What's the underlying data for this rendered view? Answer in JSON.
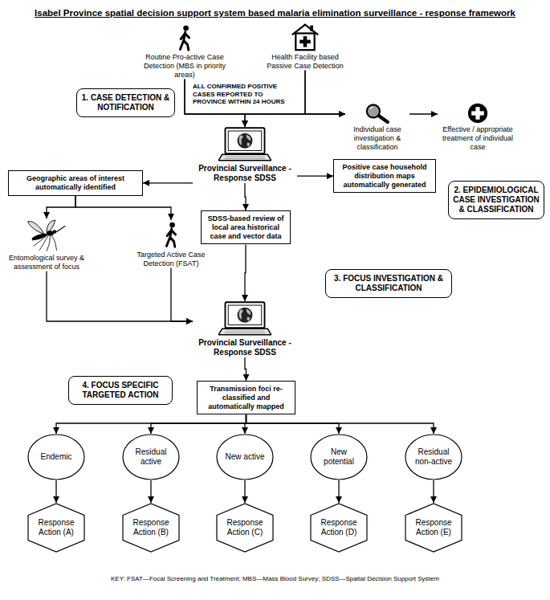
{
  "diagram": {
    "title": "Isabel Province spatial decision support system based malaria elimination surveillance - response framework",
    "nodes": [
      {
        "text": [
          "Routine Pro-active Case Detection (MBS in priority areas)"
        ]
      },
      {
        "text": [
          "Health Facility based Passive Case Detection"
        ]
      },
      {
        "text": [
          "1. CASE DETECTION & NOTIFICATION"
        ]
      },
      {
        "text": [
          "Individual case investigation & classification"
        ]
      },
      {
        "text": [
          "Effective / appropriate treatment of individual case"
        ]
      },
      {
        "text": [
          "Provincial Surveillance - Response SDSS"
        ]
      },
      {
        "text": [
          "Geographic areas of interest automatically identified"
        ]
      },
      {
        "text": [
          "Positive case household distribution maps automatically generated"
        ]
      },
      {
        "text": [
          "2. EPIDEMIOLOGICAL CASE INVESTIGATION & CLASSIFICATION"
        ]
      },
      {
        "text": [
          "Entomological survey & assessment of focus"
        ]
      },
      {
        "text": [
          "Targeted Active Case Detection (FSAT)"
        ]
      },
      {
        "text": [
          "SDSS-based review of local area historical case and vector data"
        ]
      },
      {
        "text": [
          "3. FOCUS INVESTIGATION & CLASSIFICATION"
        ]
      },
      {
        "text": [
          "Provincial Surveillance - Response SDSS"
        ]
      },
      {
        "text": [
          "4. FOCUS SPECIFIC TARGETED ACTION"
        ]
      },
      {
        "text": [
          "Transmission foci re-classified and automatically mapped"
        ]
      },
      {
        "text": [
          "Endemic"
        ]
      },
      {
        "text": [
          "Residual active"
        ]
      },
      {
        "text": [
          "New active"
        ]
      },
      {
        "text": [
          "New potential"
        ]
      },
      {
        "text": [
          "Residual non-active"
        ]
      },
      {
        "text": [
          "Response Action (A)"
        ]
      },
      {
        "text": [
          "Response Action (B)"
        ]
      },
      {
        "text": [
          "Response Action (C)"
        ]
      },
      {
        "text": [
          "Response Action (D)"
        ]
      },
      {
        "text": [
          "Response Action (E)"
        ]
      }
    ],
    "edges": [
      {
        "from": 0,
        "to": 5,
        "arrow": "to"
      },
      {
        "from": 1,
        "to": 5,
        "arrow": "to"
      },
      {
        "from": 0,
        "to": 3,
        "arrow": "to"
      },
      {
        "from": 1,
        "to": 3,
        "arrow": "to"
      },
      {
        "from": 3,
        "to": 4,
        "arrow": "to"
      },
      {
        "from": 5,
        "to": 6,
        "arrow": "to"
      },
      {
        "from": 5,
        "to": 7,
        "arrow": "to"
      },
      {
        "from": 5,
        "to": 11,
        "arrow": "to"
      },
      {
        "from": 6,
        "to": 9,
        "arrow": "to"
      },
      {
        "from": 6,
        "to": 10,
        "arrow": "to"
      },
      {
        "from": 9,
        "to": 13,
        "arrow": "to"
      },
      {
        "from": 10,
        "to": 13,
        "arrow": "to"
      },
      {
        "from": 11,
        "to": 13,
        "arrow": "to"
      },
      {
        "from": 13,
        "to": 15,
        "arrow": "to"
      },
      {
        "from": 15,
        "to": 16,
        "arrow": "to"
      },
      {
        "from": 15,
        "to": 17,
        "arrow": "to"
      },
      {
        "from": 15,
        "to": 18,
        "arrow": "to"
      },
      {
        "from": 15,
        "to": 19,
        "arrow": "to"
      },
      {
        "from": 15,
        "to": 20,
        "arrow": "to"
      },
      {
        "from": 16,
        "to": 21,
        "arrow": "to"
      },
      {
        "from": 17,
        "to": 22,
        "arrow": "to"
      },
      {
        "from": 18,
        "to": 23,
        "arrow": "to"
      },
      {
        "from": 19,
        "to": 24,
        "arrow": "to"
      },
      {
        "from": 20,
        "to": 25,
        "arrow": "to"
      }
    ],
    "labels": [
      "ALL CONFIRMED POSITIVE CASES REPORTED TO PROVINCE WITHIN 24 HOURS",
      "KEY: FSAT—Focal Screening and Treatment; MBS—Mass Blood Survey; SDSS—Spatial Decision Support System"
    ]
  }
}
